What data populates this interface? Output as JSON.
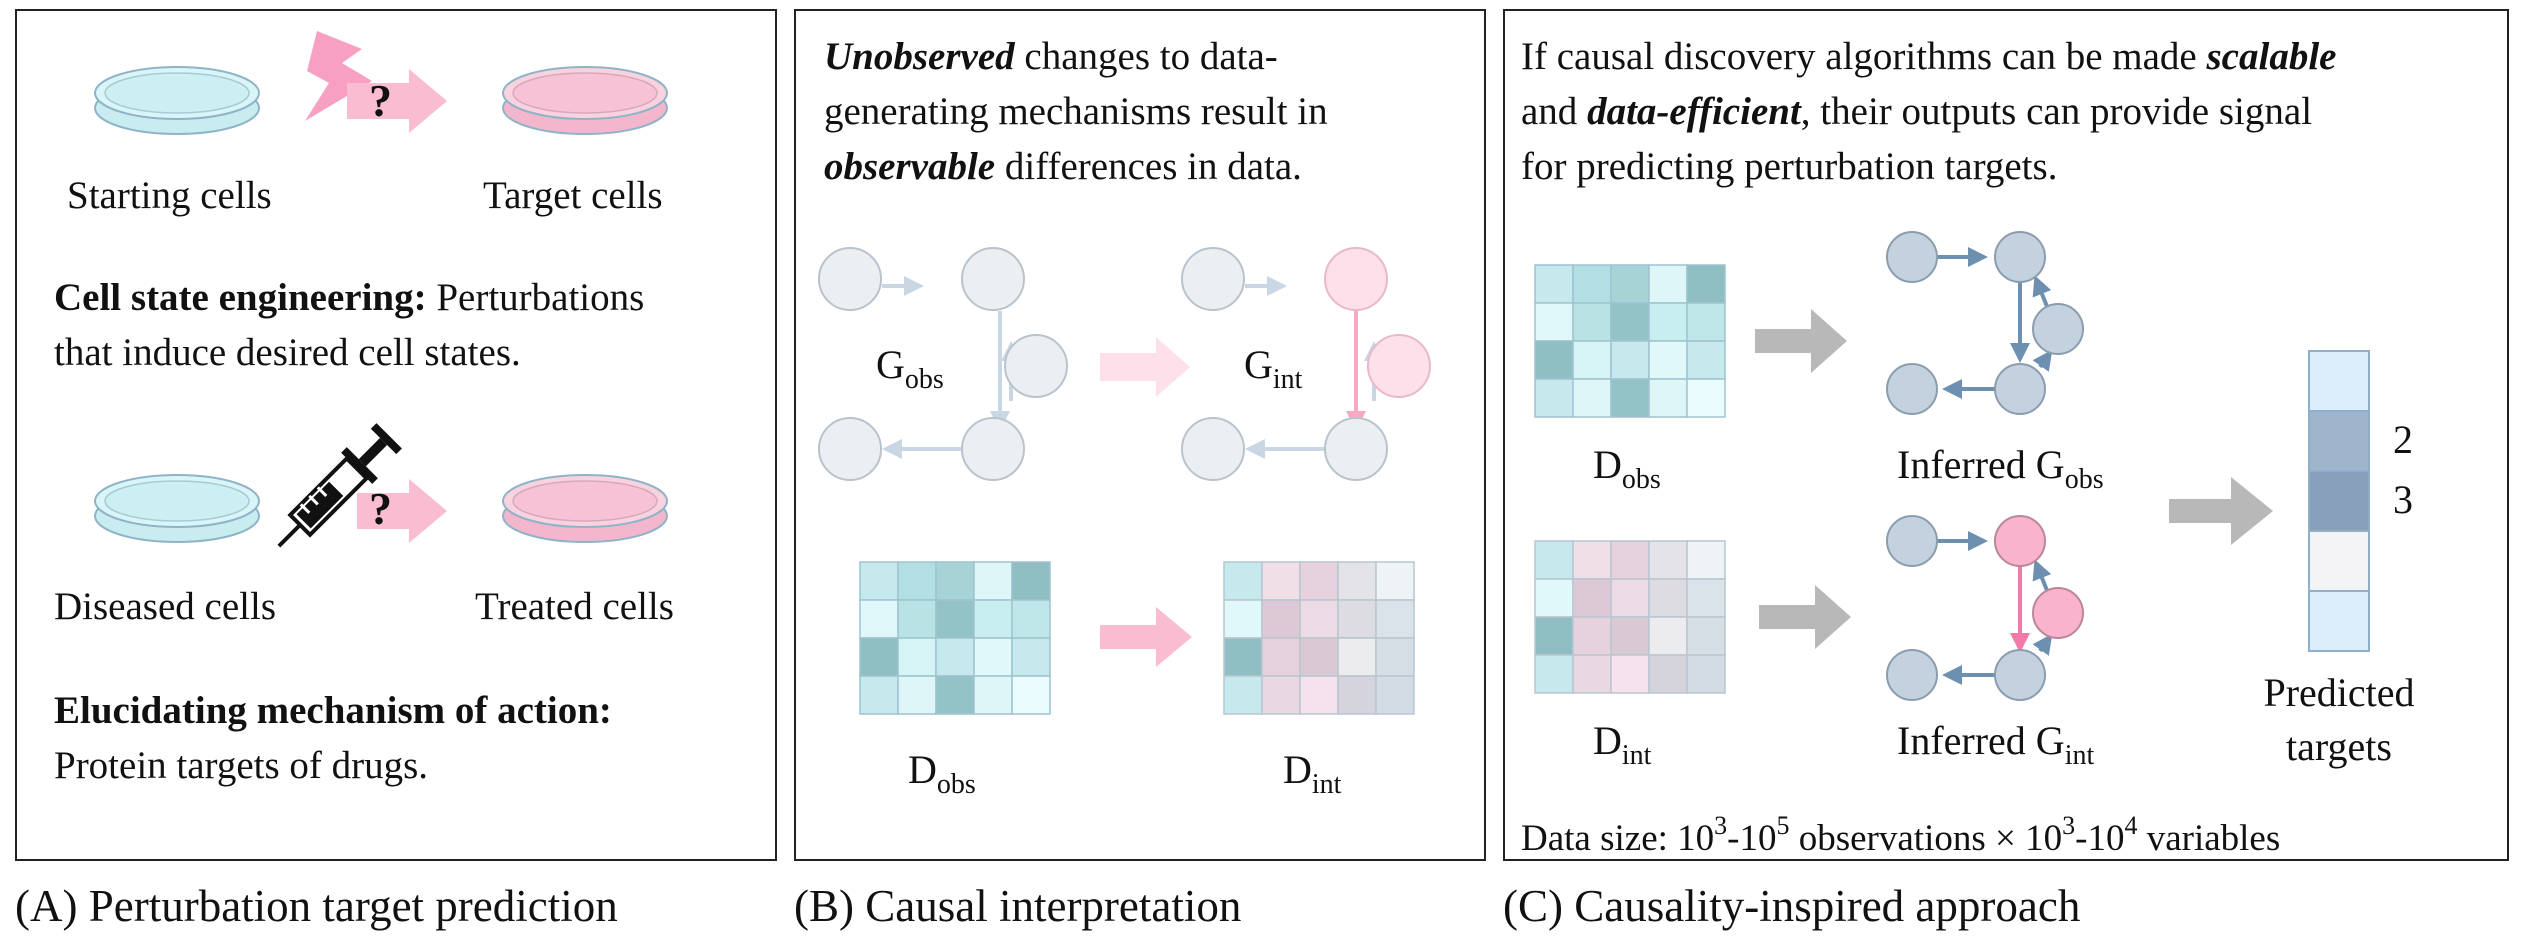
{
  "panelA": {
    "caption": "(A) Perturbation target prediction",
    "starting_cells": "Starting cells",
    "target_cells": "Target cells",
    "question_mark": "?",
    "engineering_title": "Cell state engineering:",
    "engineering_text_1": "Perturbations",
    "engineering_text_2": "that induce desired cell states.",
    "diseased_cells": "Diseased cells",
    "treated_cells": "Treated cells",
    "moa_title": "Elucidating mechanism of action:",
    "moa_text": "Protein targets of drugs."
  },
  "panelB": {
    "caption": "(B) Causal interpretation",
    "line1_em": "Unobserved",
    "line1_rest": " changes to data-",
    "line2": "generating mechanisms result in",
    "line3_em": "observable",
    "line3_rest": " differences in data.",
    "G": "G",
    "obs": "obs",
    "int": "int",
    "D": "D"
  },
  "panelC": {
    "caption": "(C) Causality-inspired approach",
    "line1_a": "If causal discovery algorithms can be made ",
    "line1_em": "scalable",
    "line2_a": "and ",
    "line2_em": "data-efficient",
    "line2_b": ", their outputs can provide signal",
    "line3": "for predicting perturbation targets.",
    "inferred": "Inferred G",
    "obs": "obs",
    "int": "int",
    "D": "D",
    "predicted_1": "Predicted",
    "predicted_2": "targets",
    "rank_2": "2",
    "rank_3": "3",
    "data_size_a": "Data size: 10",
    "exp_3a": "3",
    "data_size_b": "-10",
    "exp_5": "5",
    "data_size_c": " observations × 10",
    "exp_3b": "3",
    "data_size_d": "-10",
    "exp_4": "4",
    "data_size_e": " variables"
  },
  "colors": {
    "dish_blue": "#c8ecef",
    "dish_pink": "#f7c2d6",
    "node_gray": "#e8ecf0",
    "node_pink": "#fde0ea",
    "node_blue": "#c4d2e0",
    "node_pink_strong": "#f9b3cc",
    "arrow_pink": "#f9bcd0",
    "arrow_gray": "#b8b8b8",
    "edge_blue": "#6d8fb0",
    "edge_pink": "#f27aa8"
  }
}
